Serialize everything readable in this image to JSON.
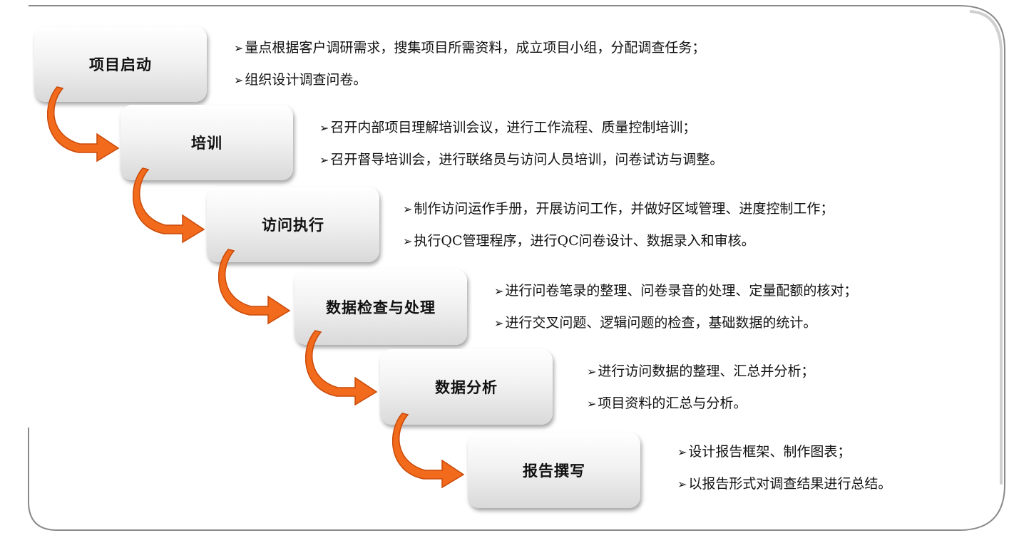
{
  "colors": {
    "arrow": "#f26a1b",
    "arrow_dark": "#c94a0a",
    "step_text": "#111111"
  },
  "bullet_icon": "arrow-bullet-icon",
  "steps": [
    {
      "title": "项目启动",
      "lines": [
        "量点根据客户调研需求，搜集项目所需资料，成立项目小组，分配调查任务；",
        "组织设计调查问卷。"
      ]
    },
    {
      "title": "培训",
      "lines": [
        "召开内部项目理解培训会议，进行工作流程、质量控制培训；",
        "召开督导培训会，进行联络员与访问人员培训，问卷试访与调整。"
      ]
    },
    {
      "title": "访问执行",
      "lines": [
        "制作访问运作手册，开展访问工作，并做好区域管理、进度控制工作；",
        "执行QC管理程序，进行QC问卷设计、数据录入和审核。"
      ]
    },
    {
      "title": "数据检查与处理",
      "lines": [
        "进行问卷笔录的整理、问卷录音的处理、定量配额的核对；",
        "进行交叉问题、逻辑问题的检查，基础数据的统计。"
      ]
    },
    {
      "title": "数据分析",
      "lines": [
        "进行访问数据的整理、汇总并分析；",
        "项目资料的汇总与分析。"
      ]
    },
    {
      "title": "报告撰写",
      "lines": [
        "设计报告框架、制作图表；",
        "以报告形式对调查结果进行总结。"
      ]
    }
  ]
}
